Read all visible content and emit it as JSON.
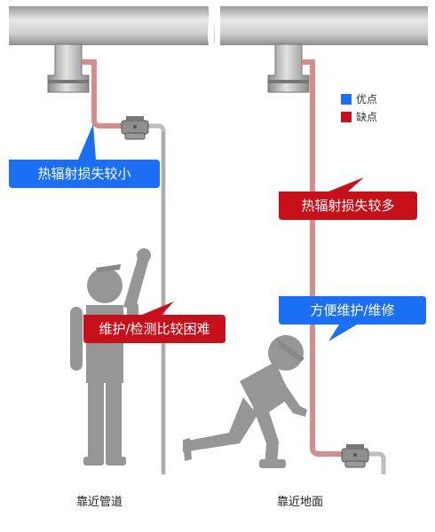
{
  "legend": {
    "advantage": {
      "label": "优点",
      "color": "#1a6ff5"
    },
    "disadvantage": {
      "label": "缺点",
      "color": "#c8101a"
    }
  },
  "callouts": {
    "left_heat": "热辐射损失较小",
    "left_maint": "维护/检测比较困难",
    "right_heat": "热辐射损失较多",
    "right_maint": "方便维护/维修"
  },
  "captions": {
    "left": "靠近管道",
    "right": "靠近地面"
  }
}
